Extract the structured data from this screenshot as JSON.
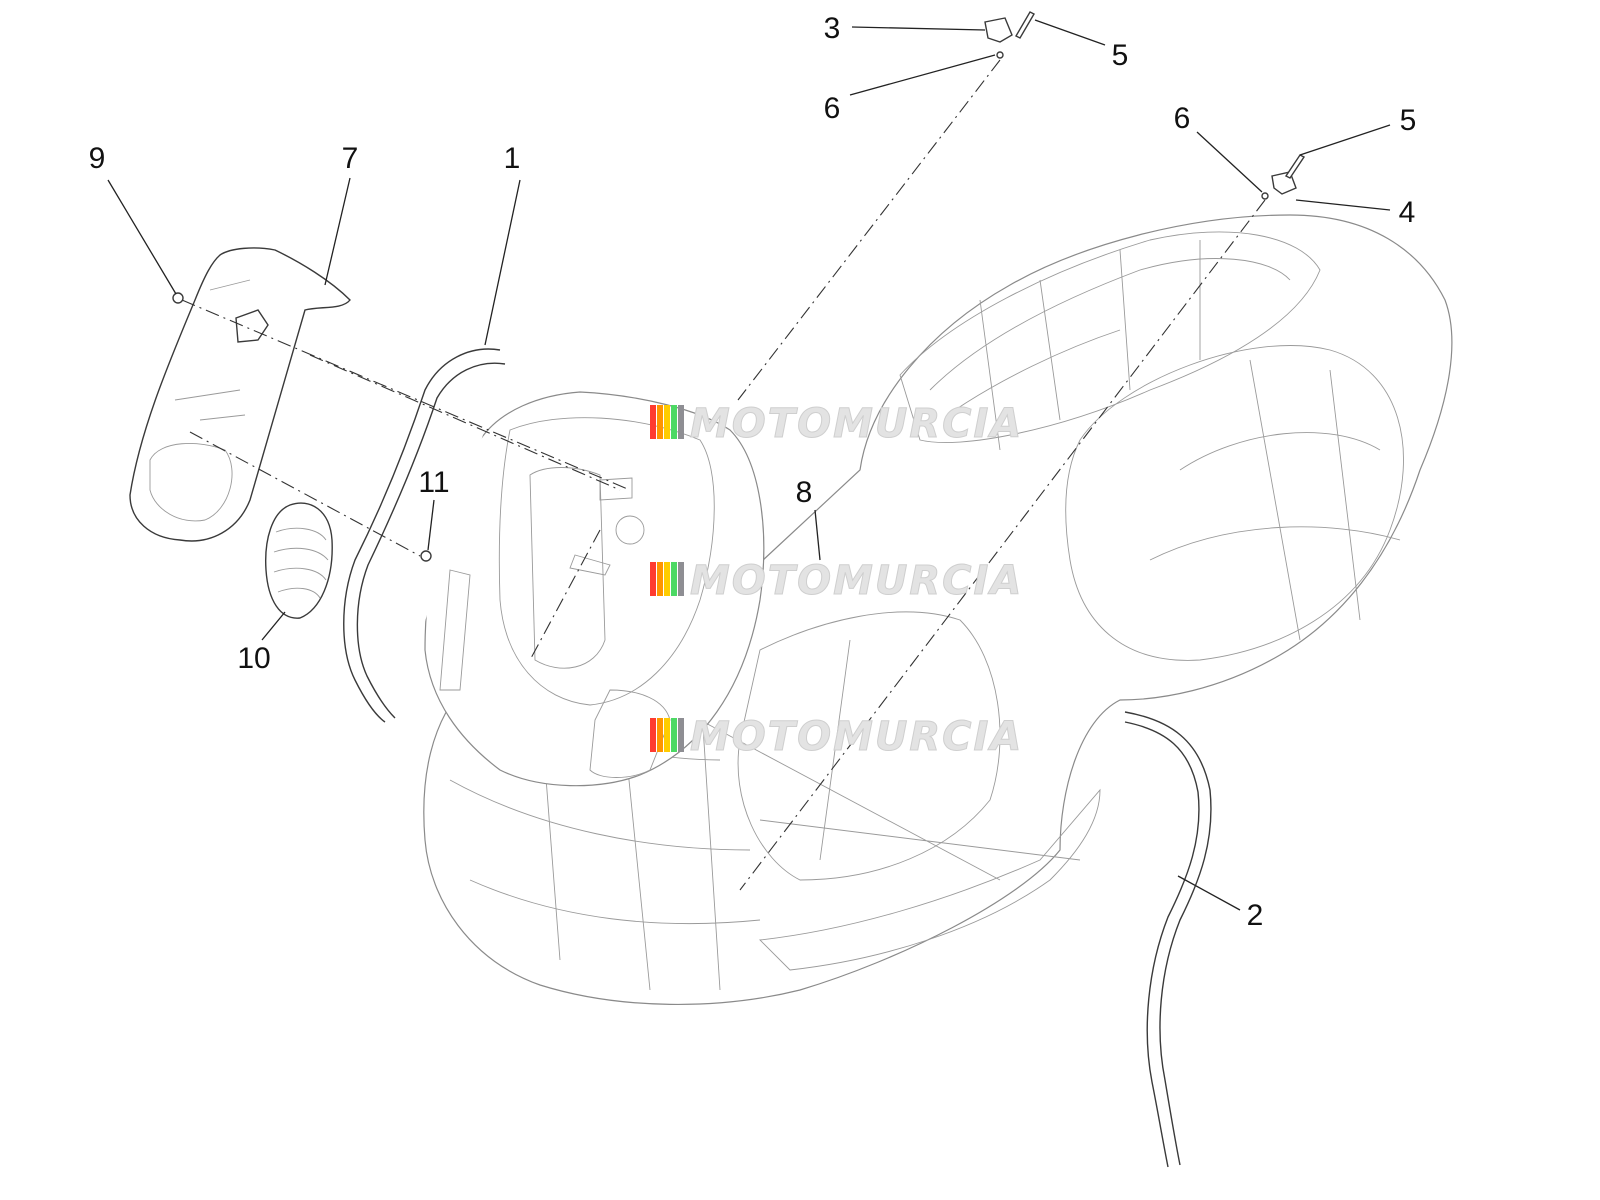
{
  "diagram": {
    "callouts": [
      {
        "id": "c1",
        "label": "1"
      },
      {
        "id": "c2",
        "label": "2"
      },
      {
        "id": "c3",
        "label": "3"
      },
      {
        "id": "c4",
        "label": "4"
      },
      {
        "id": "c5a",
        "label": "5"
      },
      {
        "id": "c5b",
        "label": "5"
      },
      {
        "id": "c6a",
        "label": "6"
      },
      {
        "id": "c6b",
        "label": "6"
      },
      {
        "id": "c7",
        "label": "7"
      },
      {
        "id": "c8",
        "label": "8"
      },
      {
        "id": "c9",
        "label": "9"
      },
      {
        "id": "c10",
        "label": "10"
      },
      {
        "id": "c11",
        "label": "11"
      }
    ],
    "watermark": "MOTOMURCIA",
    "watermark_colors": [
      "#ff3b30",
      "#ff9500",
      "#ffcc00",
      "#4cd964",
      "#8e8e93"
    ]
  }
}
